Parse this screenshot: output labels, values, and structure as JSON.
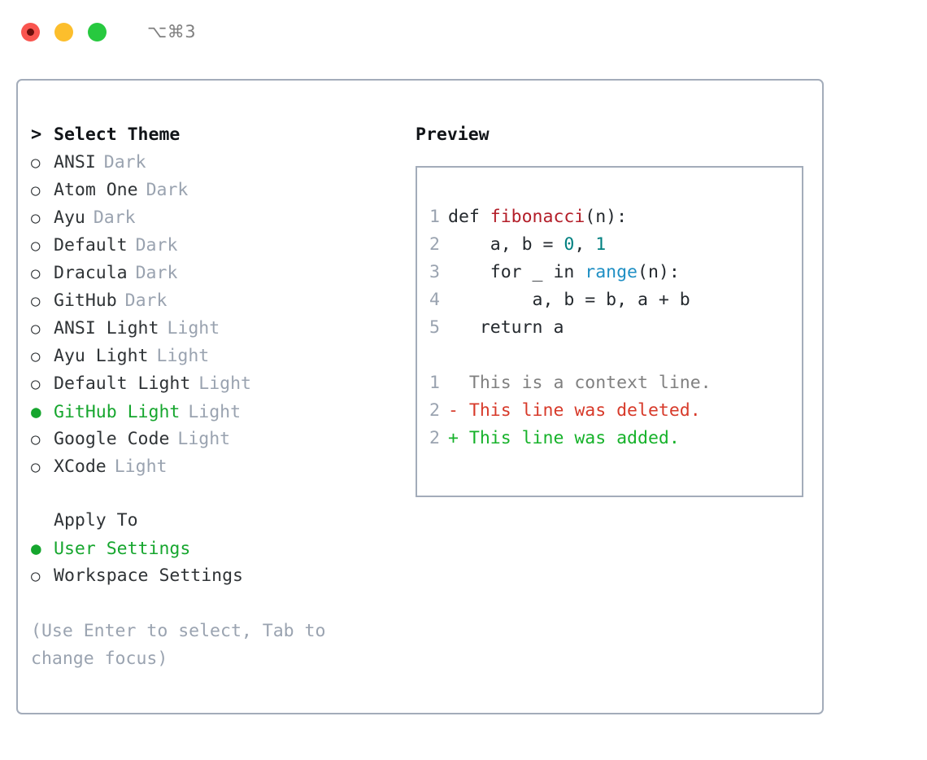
{
  "window": {
    "title": "⌥⌘3",
    "traffic_lights": [
      {
        "name": "close",
        "color": "#f9554f"
      },
      {
        "name": "minimize",
        "color": "#fcbe2c"
      },
      {
        "name": "maximize",
        "color": "#27c93f"
      }
    ]
  },
  "left": {
    "heading": {
      "caret": ">",
      "label": "Select Theme"
    },
    "bullet_empty": "○",
    "bullet_full": "●",
    "themes": [
      {
        "name": "ANSI",
        "tag": "Dark",
        "selected": false
      },
      {
        "name": "Atom One",
        "tag": "Dark",
        "selected": false
      },
      {
        "name": "Ayu",
        "tag": "Dark",
        "selected": false
      },
      {
        "name": "Default",
        "tag": "Dark",
        "selected": false
      },
      {
        "name": "Dracula",
        "tag": "Dark",
        "selected": false
      },
      {
        "name": "GitHub",
        "tag": "Dark",
        "selected": false
      },
      {
        "name": "ANSI Light",
        "tag": "Light",
        "selected": false
      },
      {
        "name": "Ayu Light",
        "tag": "Light",
        "selected": false
      },
      {
        "name": "Default Light",
        "tag": "Light",
        "selected": false
      },
      {
        "name": "GitHub Light",
        "tag": "Light",
        "selected": true
      },
      {
        "name": "Google Code",
        "tag": "Light",
        "selected": false
      },
      {
        "name": "XCode",
        "tag": "Light",
        "selected": false
      }
    ],
    "apply_to": {
      "heading": "Apply To",
      "options": [
        {
          "name": "User Settings",
          "selected": true
        },
        {
          "name": "Workspace Settings",
          "selected": false
        }
      ]
    },
    "hint": "(Use Enter to select, Tab to change focus)"
  },
  "right": {
    "title": "Preview",
    "code_lines": [
      {
        "no": "1",
        "segments": [
          {
            "t": "def ",
            "c": "plain"
          },
          {
            "t": "fibonacci",
            "c": "fn"
          },
          {
            "t": "(n):",
            "c": "plain"
          }
        ]
      },
      {
        "no": "2",
        "segments": [
          {
            "t": "    a, b = ",
            "c": "plain"
          },
          {
            "t": "0",
            "c": "num"
          },
          {
            "t": ", ",
            "c": "plain"
          },
          {
            "t": "1",
            "c": "num"
          }
        ]
      },
      {
        "no": "3",
        "segments": [
          {
            "t": "    for _ in ",
            "c": "plain"
          },
          {
            "t": "range",
            "c": "bi"
          },
          {
            "t": "(n):",
            "c": "plain"
          }
        ]
      },
      {
        "no": "4",
        "segments": [
          {
            "t": "        a, b = b, a + b",
            "c": "plain"
          }
        ]
      },
      {
        "no": "5",
        "segments": [
          {
            "t": "   return a",
            "c": "plain"
          }
        ]
      }
    ],
    "diff_lines": [
      {
        "no": "1",
        "prefix": "  ",
        "text": "This is a context line.",
        "kind": "ctx"
      },
      {
        "no": "2",
        "prefix": "- ",
        "text": "This line was deleted.",
        "kind": "del"
      },
      {
        "no": "2",
        "prefix": "+ ",
        "text": "This line was added.",
        "kind": "add"
      }
    ]
  },
  "colors": {
    "accent_green": "#16a62e",
    "muted": "#9aa3b0",
    "border": "#a3acba",
    "diff_add": "#16b22a",
    "diff_del": "#d73a2a",
    "syntax_fn": "#b31d28",
    "syntax_num": "#008080",
    "syntax_builtin": "#1f8fc4"
  }
}
